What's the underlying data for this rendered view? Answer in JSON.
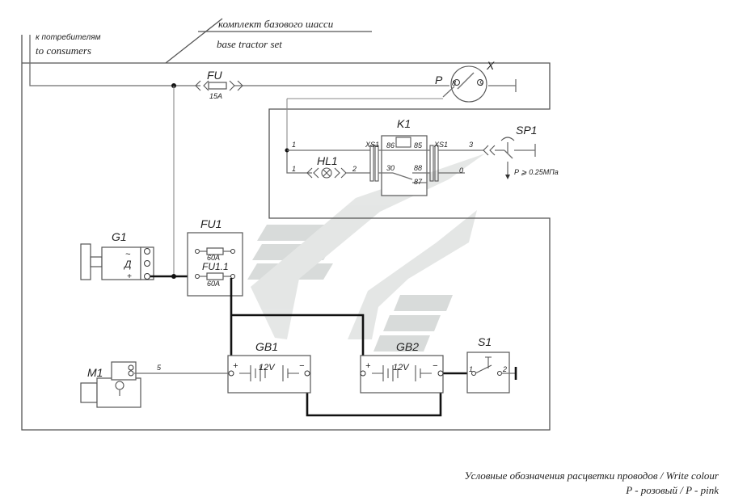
{
  "header": {
    "label_ru": "комплект базового шасси",
    "label_en": "base tractor set"
  },
  "consumers": {
    "label_ru": "к потребителям",
    "label_en": "to consumers"
  },
  "fu": {
    "ref": "FU",
    "rating": "15A"
  },
  "gauge": {
    "ref": "X",
    "p_label": "P",
    "pin_a": "8",
    "pin_b": "9"
  },
  "relay": {
    "ref": "K1",
    "connector_left": "XS1",
    "connector_right": "XS1",
    "pin_86": "86",
    "pin_85": "85",
    "pin_30": "30",
    "pin_88": "88",
    "pin_87": "87"
  },
  "lamp": {
    "ref": "HL1"
  },
  "pressure_switch": {
    "ref": "SP1",
    "condition": "P ⩾ 0.25МПа"
  },
  "wires": {
    "w1a": "1",
    "w1b": "1",
    "w2": "2",
    "w3": "3",
    "w0": "0",
    "w5": "5"
  },
  "generator": {
    "ref": "G1",
    "symbol_ac": "~",
    "symbol_d": "Д",
    "plus": "+"
  },
  "fuse_block": {
    "ref": "FU1",
    "fuse1_rating": "60A",
    "fuse2_label": "FU1.1",
    "fuse2_rating": "60A"
  },
  "motor": {
    "ref": "M1"
  },
  "battery1": {
    "ref": "GB1",
    "voltage": "12V",
    "plus": "+",
    "minus": "−"
  },
  "battery2": {
    "ref": "GB2",
    "voltage": "12V",
    "plus": "+",
    "minus": "−"
  },
  "switch": {
    "ref": "S1",
    "pin1": "1",
    "pin2": "2"
  },
  "legend": {
    "line1": "Условные обозначения расцветки проводов / Write colour",
    "line2": "P - розовый / P - pink"
  },
  "colors": {
    "wire_main": "#111111",
    "wire_thin": "#6e6e6e",
    "watermark": "#c9cdcb"
  }
}
